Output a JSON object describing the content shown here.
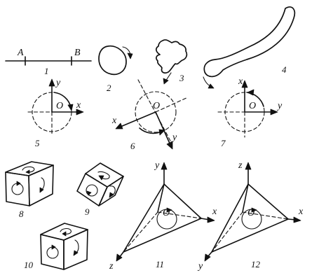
{
  "labels": {
    "A": "A",
    "B": "B",
    "x": "x",
    "y": "y",
    "z": "z",
    "O": "O",
    "n1": "1",
    "n2": "2",
    "n3": "3",
    "n4": "4",
    "n5": "5",
    "n6": "6",
    "n7": "7",
    "n8": "8",
    "n9": "9",
    "n10": "10",
    "n11": "11",
    "n12": "12"
  }
}
